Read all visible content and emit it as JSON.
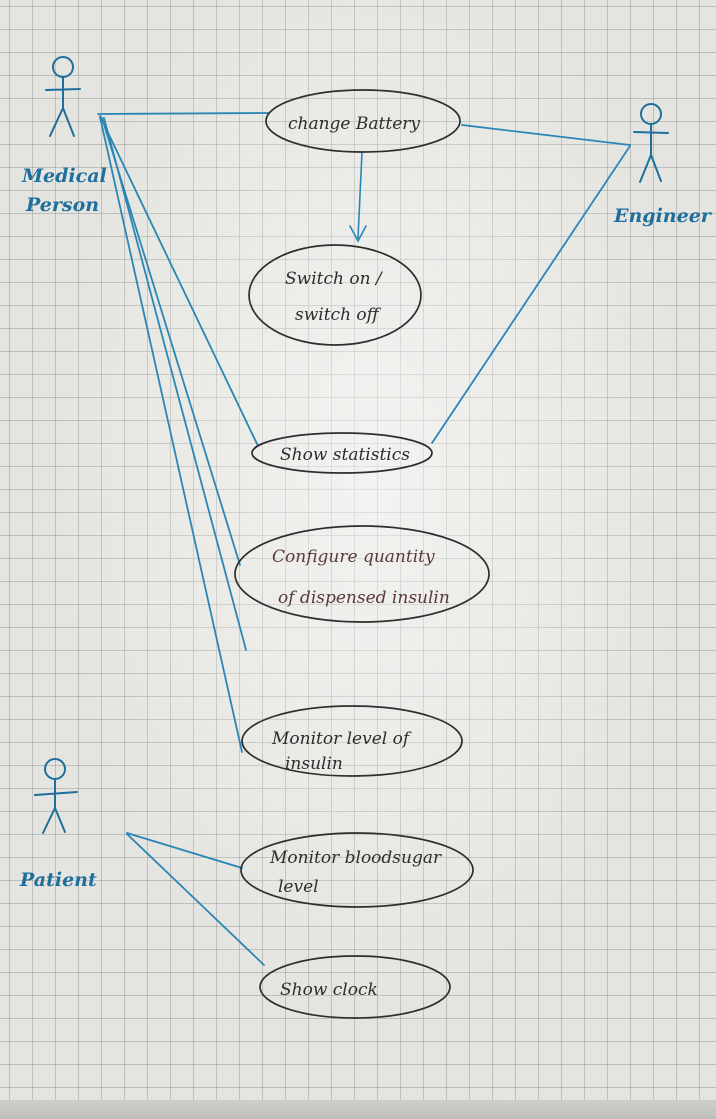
{
  "actors": [
    {
      "id": "medical",
      "lines": [
        "Medical",
        "Person"
      ]
    },
    {
      "id": "engineer",
      "lines": [
        "Engineer"
      ]
    },
    {
      "id": "patient",
      "lines": [
        "Patient"
      ]
    }
  ],
  "use_cases": [
    {
      "id": "change_battery",
      "lines": [
        "change Battery"
      ]
    },
    {
      "id": "switch",
      "lines": [
        "Switch on /",
        "switch off"
      ]
    },
    {
      "id": "statistics",
      "lines": [
        "Show statistics"
      ]
    },
    {
      "id": "configure",
      "lines": [
        "Configure quantity",
        "of dispensed insulin"
      ]
    },
    {
      "id": "monitor_insulin",
      "lines": [
        "Monitor level of",
        "insulin"
      ]
    },
    {
      "id": "monitor_blood",
      "lines": [
        "Monitor bloodsugar",
        "level"
      ]
    },
    {
      "id": "clock",
      "lines": [
        "Show clock"
      ]
    }
  ],
  "colors": {
    "actor_ink": "#1f6f9c",
    "use_case_ink": "#2e2e2e",
    "grid": "#787878"
  }
}
